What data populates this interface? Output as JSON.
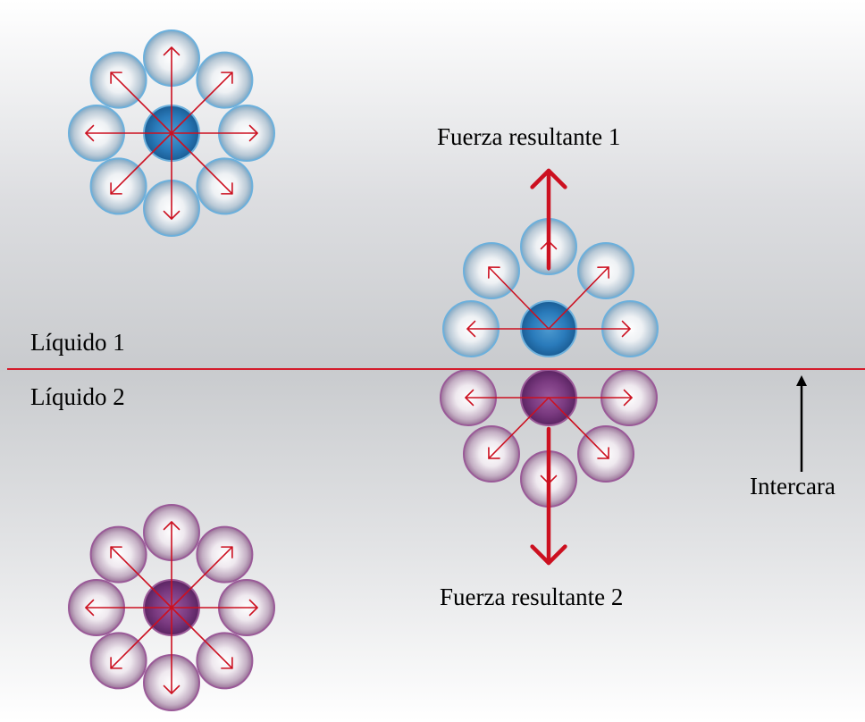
{
  "labels": {
    "resultant_force_1": "Fuerza resultante 1",
    "resultant_force_2": "Fuerza resultante 2",
    "liquid_1": "Líquido 1",
    "liquid_2": "Líquido 2",
    "interface": "Intercara"
  },
  "colors": {
    "arrow_red": "#cc1020",
    "interface_line": "#d41c2c",
    "liquid1_molecule_edge": "#6cb0dc",
    "liquid1_center": "#1f73b4",
    "liquid2_molecule_edge": "#9a5a98",
    "liquid2_center": "#6c2a6e",
    "background_gray": "#c9cbce"
  },
  "icons": {
    "molecule": "molecule-circle",
    "force_arrow": "arrow-icon"
  }
}
